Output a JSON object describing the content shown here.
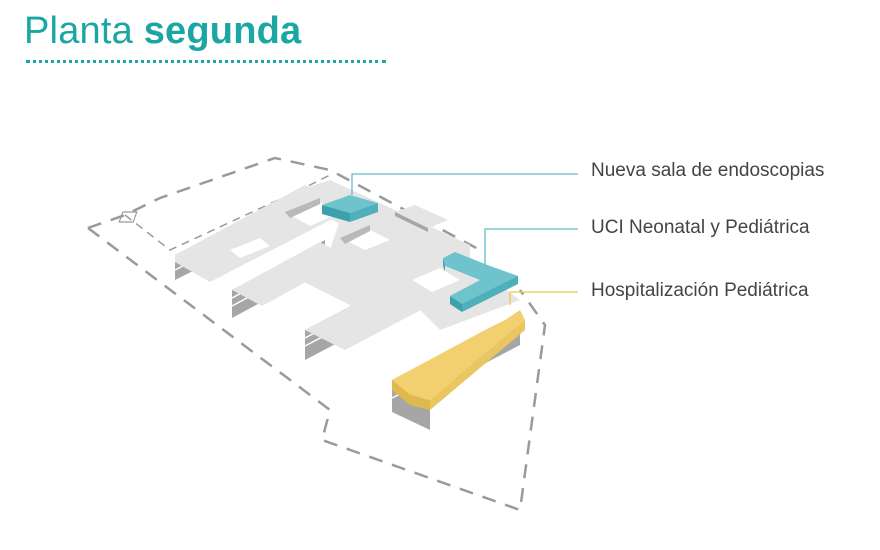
{
  "title": {
    "light": "Planta",
    "bold": "segunda"
  },
  "colors": {
    "accent": "#1aa7a3",
    "teal_block": "#6fc3cc",
    "teal_block_side": "#3aa1ad",
    "yellow_block": "#f2d06f",
    "yellow_block_side": "#e0b94d",
    "building_top": "#e5e5e5",
    "building_side": "#a6a6a6",
    "dashed_outline": "#9a9a9a",
    "leader_teal": "#62bccb",
    "leader_yellow": "#f0c84a",
    "label_text": "#444444"
  },
  "legend": [
    {
      "label": "Nueva sala de endoscopias",
      "color": "teal"
    },
    {
      "label": "UCI Neonatal y Pediátrica",
      "color": "teal"
    },
    {
      "label": "Hospitalización Pediátrica",
      "color": "yellow"
    }
  ]
}
